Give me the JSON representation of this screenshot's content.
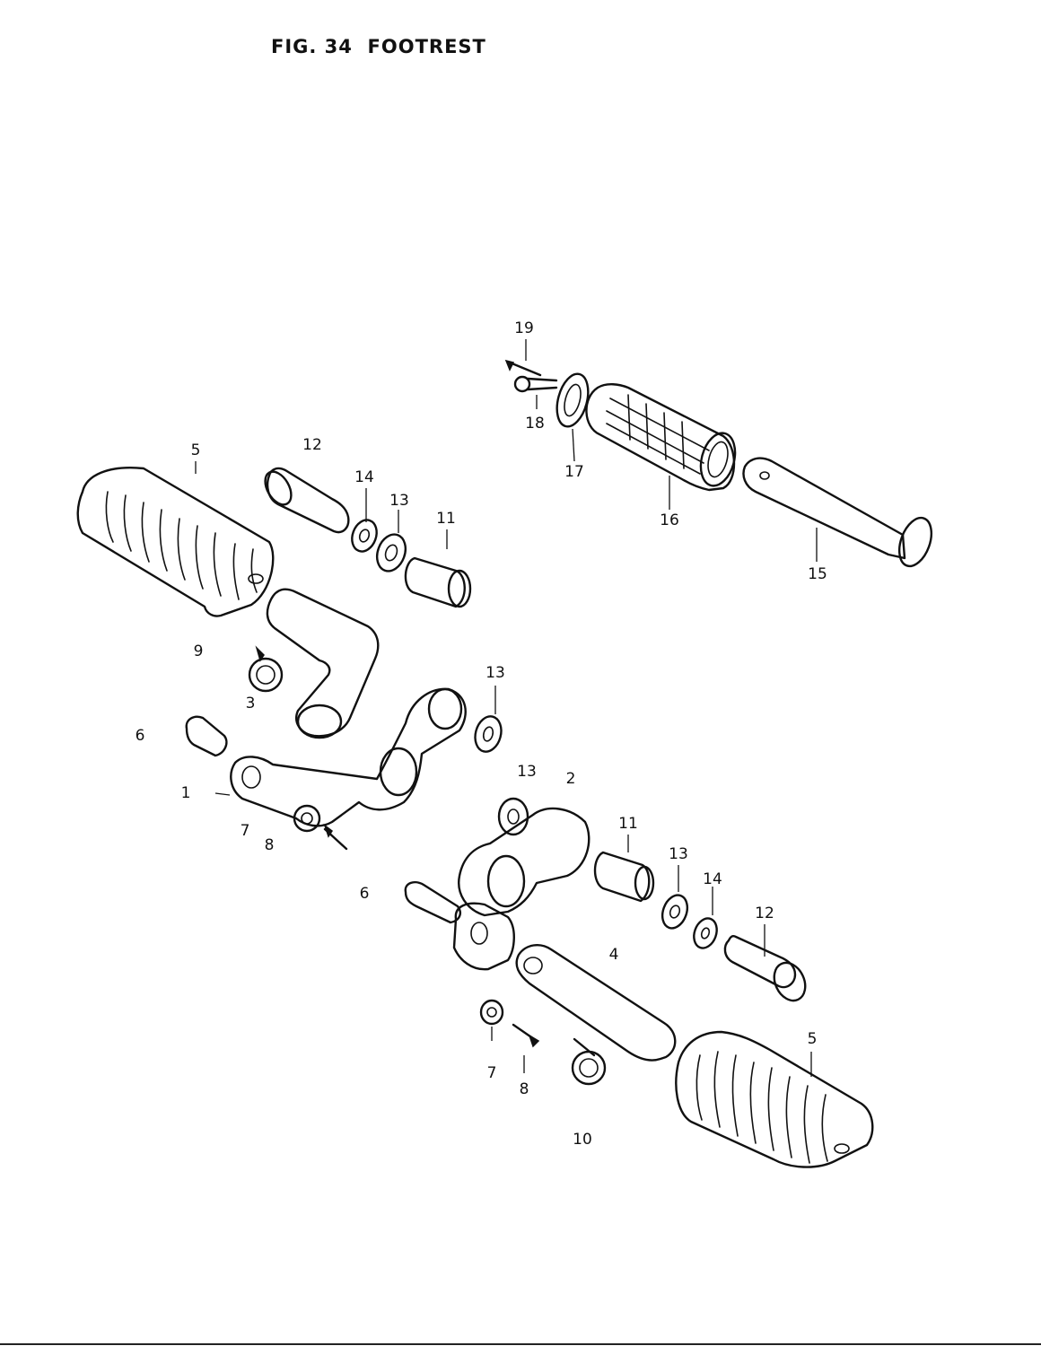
{
  "figure": {
    "title": "FIG. 34  FOOTREST"
  },
  "callouts": [
    {
      "id": "c1",
      "text": "1"
    },
    {
      "id": "c2",
      "text": "2"
    },
    {
      "id": "c3",
      "text": "3"
    },
    {
      "id": "c4",
      "text": "4"
    },
    {
      "id": "c5a",
      "text": "5"
    },
    {
      "id": "c5b",
      "text": "5"
    },
    {
      "id": "c6a",
      "text": "6"
    },
    {
      "id": "c6b",
      "text": "6"
    },
    {
      "id": "c7a",
      "text": "7"
    },
    {
      "id": "c7b",
      "text": "7"
    },
    {
      "id": "c8a",
      "text": "8"
    },
    {
      "id": "c8b",
      "text": "8"
    },
    {
      "id": "c9",
      "text": "9"
    },
    {
      "id": "c10",
      "text": "10"
    },
    {
      "id": "c11a",
      "text": "11"
    },
    {
      "id": "c11b",
      "text": "11"
    },
    {
      "id": "c12a",
      "text": "12"
    },
    {
      "id": "c12b",
      "text": "12"
    },
    {
      "id": "c13a",
      "text": "13"
    },
    {
      "id": "c13b",
      "text": "13"
    },
    {
      "id": "c13c",
      "text": "13"
    },
    {
      "id": "c13d",
      "text": "13"
    },
    {
      "id": "c14a",
      "text": "14"
    },
    {
      "id": "c14b",
      "text": "14"
    },
    {
      "id": "c15",
      "text": "15"
    },
    {
      "id": "c16",
      "text": "16"
    },
    {
      "id": "c17",
      "text": "17"
    },
    {
      "id": "c18",
      "text": "18"
    },
    {
      "id": "c19",
      "text": "19"
    }
  ]
}
